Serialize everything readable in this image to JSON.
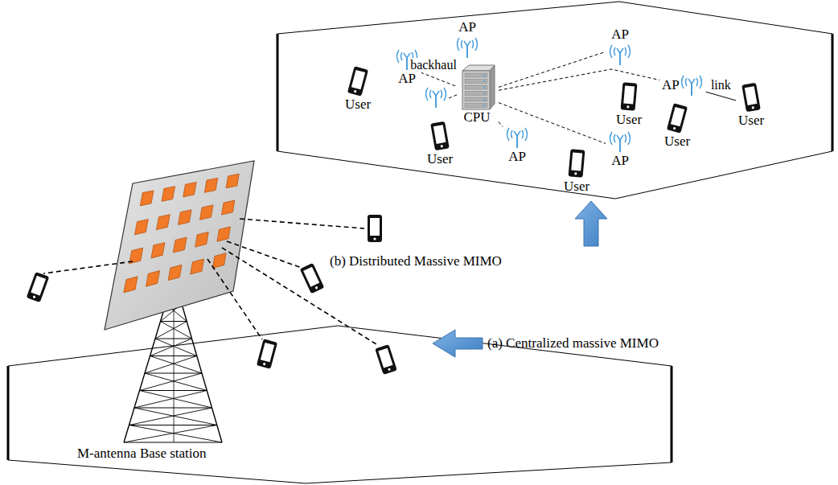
{
  "diagram": {
    "nodes": [
      {
        "text": [
          "AP"
        ]
      },
      {
        "text": [
          "AP"
        ]
      },
      {
        "text": [
          "CPU"
        ]
      },
      {
        "text": [
          "AP"
        ]
      },
      {
        "text": [
          "AP"
        ]
      },
      {
        "text": [
          "User"
        ]
      },
      {
        "text": [
          "User"
        ]
      },
      {
        "text": [
          "User"
        ]
      },
      {
        "text": [
          "User"
        ]
      },
      {
        "text": [
          "User"
        ]
      },
      {
        "text": [
          "AP"
        ]
      },
      {
        "text": [
          "AP"
        ]
      },
      {
        "text": [
          "User"
        ]
      },
      {
        "text": [
          "M-antenna Base station"
        ]
      }
    ],
    "edges": [
      {
        "from": 2,
        "to": 1,
        "arrow": "none",
        "label": "backhaul"
      },
      {
        "from": 2,
        "to": 3,
        "arrow": "none"
      },
      {
        "from": 2,
        "to": 4,
        "arrow": "none"
      },
      {
        "from": 2,
        "to": 10,
        "arrow": "none"
      },
      {
        "from": 2,
        "to": 11,
        "arrow": "none"
      },
      {
        "from": 4,
        "to": 9,
        "arrow": "none",
        "label": "link"
      }
    ],
    "labels": [
      "(b) Distributed Massive MIMO",
      "(a) Centralized massive MIMO"
    ]
  }
}
